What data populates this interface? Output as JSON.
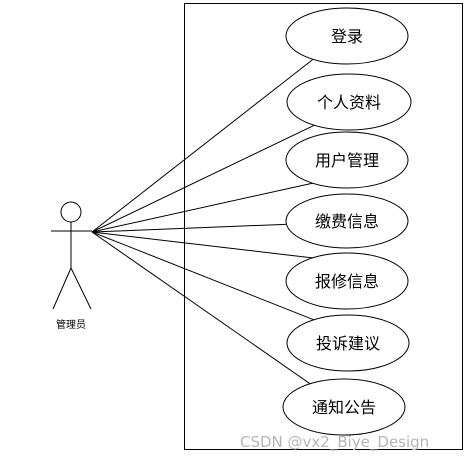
{
  "actor": {
    "label": "管理员"
  },
  "use_cases": [
    {
      "id": "login",
      "label": "登录"
    },
    {
      "id": "profile",
      "label": "个人资料"
    },
    {
      "id": "user-management",
      "label": "用户管理"
    },
    {
      "id": "payment-info",
      "label": "缴费信息"
    },
    {
      "id": "repair-info",
      "label": "报修信息"
    },
    {
      "id": "complaint-suggestion",
      "label": "投诉建议"
    },
    {
      "id": "announcement",
      "label": "通知公告"
    }
  ],
  "watermark": "CSDN @vx2_Biye_Design",
  "colors": {
    "stroke": "#000000",
    "background": "#ffffff",
    "watermark": "#b5b5b5"
  }
}
